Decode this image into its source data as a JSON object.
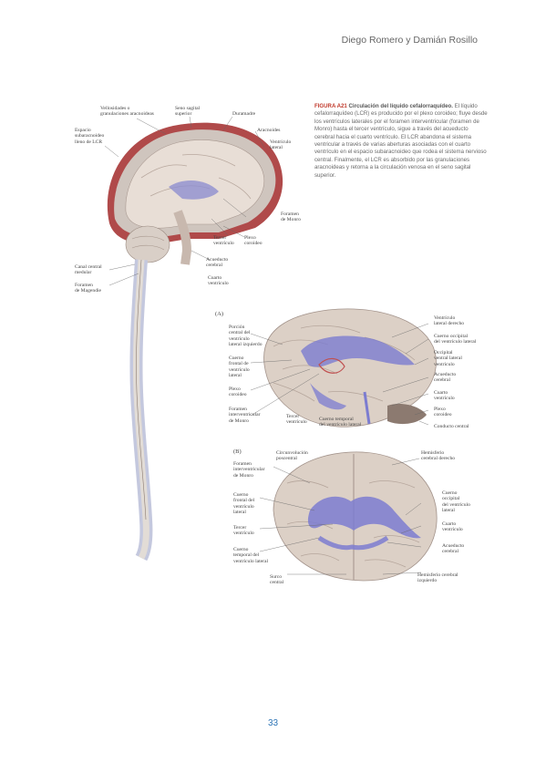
{
  "header": {
    "author": "Diego Romero y Damián Rosillo"
  },
  "caption": {
    "figure_label": "FIGURA A21",
    "figure_title": "Circulación del líquido cefalorraquídeo.",
    "body": "El líquido cefalorraquídeo (LCR) es producido por el plexo coroideo; fluye desde los ventrículos laterales por el foramen interventricular (foramen de Monro) hasta el tercer ventrículo, sigue a través del acueducto cerebral hacia el cuarto ventrículo. El LCR abandona el sistema ventricular a través de varias aberturas asociadas con el cuarto ventrículo en el espacio subaracnoideo que rodea el sistema nervioso central. Finalmente, el LCR es absorbido por las granulaciones aracnoideas y retorna a la circulación venosa en el seno sagital superior."
  },
  "sagittal_labels": {
    "granulaciones": "Vellosidades o\ngranulaciones aracnoideas",
    "seno_sagital": "Seno sagital\nsuperior",
    "duramadre": "Duramadre",
    "espacio": "Espacio\nsubaracnoideo\nlleno de LCR",
    "aracnoides": "Aracnoides",
    "ventriculo_lateral": "Ventrículo\nlateral",
    "foramen_monro": "Foramen\nde Monro",
    "tercer_ventriculo": "Tercer\nventrículo",
    "plexo": "Plexo\ncoroideo",
    "acueducto": "Acueducto\ncerebral",
    "cuarto": "Cuarto\nventrículo",
    "canal_central": "Canal central\nmedular",
    "magendie": "Foramen\nde Magendie"
  },
  "panel_a": {
    "letter": "(A)",
    "labels": {
      "porcion_central": "Porción\ncentral del\nventrículo\nlateral izquierdo",
      "cuerno_frontal": "Cuerno\nfrontal de\nventrículo\nlateral",
      "plexo": "Plexo\ncoroideo",
      "foramen": "Foramen\ninterventricular\nde Monro",
      "tercer": "Tercer\nventrículo",
      "cuerno_temporal": "Cuerno temporal\ndel ventrículo lateral",
      "vent_derecho": "Ventrículo\nlateral derecho",
      "cuerno_occipital": "Cuerno occipital\ndel ventrículo lateral",
      "occipital_izq": "Occipital\nventral lateral\nventrículo",
      "acueducto": "Acueducto\ncerebral",
      "cuarto": "Cuarto\nventrículo",
      "plexo2": "Plexo\ncoroideo",
      "conducto": "Conducto central"
    }
  },
  "panel_b": {
    "letter": "(B)",
    "labels": {
      "circunvolucion": "Circunvolución\nposcentral",
      "hemisferio_der": "Hemisferio\ncerebral derecho",
      "foramen": "Foramen\ninterventricular\nde Monro",
      "cuerno_frontal": "Cuerno\nfrontal del\nventrículo\nlateral",
      "tercer": "Tercer\nventrículo",
      "cuerno_temporal": "Cuerno\ntemporal del\nventrículo lateral",
      "surco": "Surco\ncentral",
      "cuerno_occipital": "Cuerno\noccipital\ndel ventrículo\nlateral",
      "cuarto": "Cuarto\nventrículo",
      "acueducto": "Acueducto\ncerebral",
      "hemisferio_izq": "Hemisferio cerebral\nizquierdo"
    }
  },
  "page": {
    "number": "33"
  }
}
